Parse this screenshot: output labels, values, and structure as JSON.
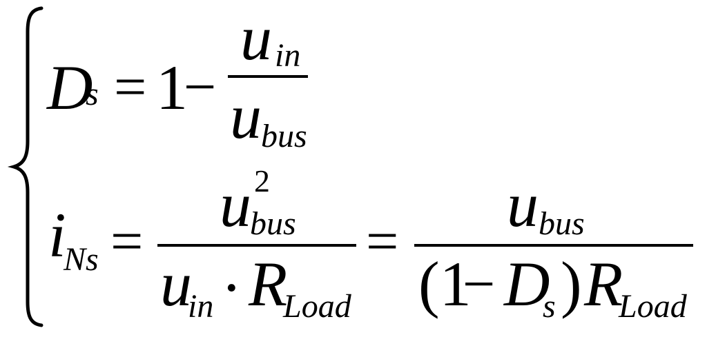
{
  "equation_system": {
    "eq1": {
      "lhs": "D",
      "lhs_sub": "s",
      "equals": "=",
      "one": "1",
      "minus": "−",
      "num": "u",
      "num_sub": "in",
      "den": "u",
      "den_sub": "bus"
    },
    "eq2": {
      "lhs": "i",
      "lhs_sub": "Ns",
      "equals1": "=",
      "frac1_num": "u",
      "frac1_num_sup": "2",
      "frac1_num_sub": "bus",
      "frac1_den_u": "u",
      "frac1_den_u_sub": "in",
      "frac1_den_dot": "·",
      "frac1_den_R": "R",
      "frac1_den_R_sub": "Load",
      "equals2": "=",
      "frac2_num": "u",
      "frac2_num_sub": "bus",
      "frac2_den_open": "(1",
      "frac2_den_minus": "−",
      "frac2_den_D": "D",
      "frac2_den_D_sub": "s",
      "frac2_den_close": ")",
      "frac2_den_R": "R",
      "frac2_den_R_sub": "Load"
    }
  }
}
